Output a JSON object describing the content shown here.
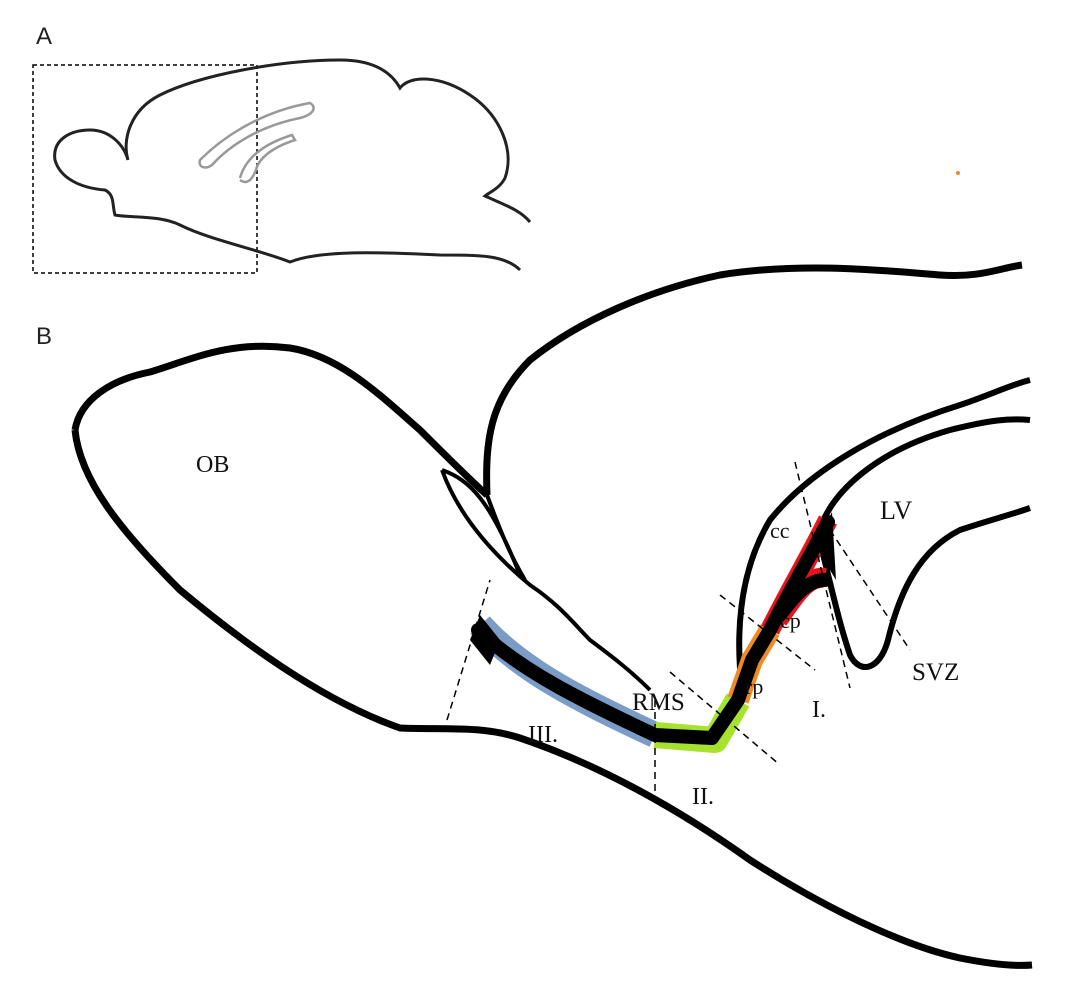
{
  "panels": {
    "a": "A",
    "b": "B"
  },
  "labels": {
    "ob": "OB",
    "lv": "LV",
    "cc": "cc",
    "cp": "cp",
    "svz": "SVZ",
    "rp": "rp",
    "rms": "RMS",
    "region1": "I.",
    "region2": "II.",
    "region3": "III."
  },
  "colors": {
    "region3": "#7a9cc6",
    "region2": "#a6e22e",
    "rp": "#f08a24",
    "cc_cp": "#e8141c",
    "stream": "#000000"
  }
}
